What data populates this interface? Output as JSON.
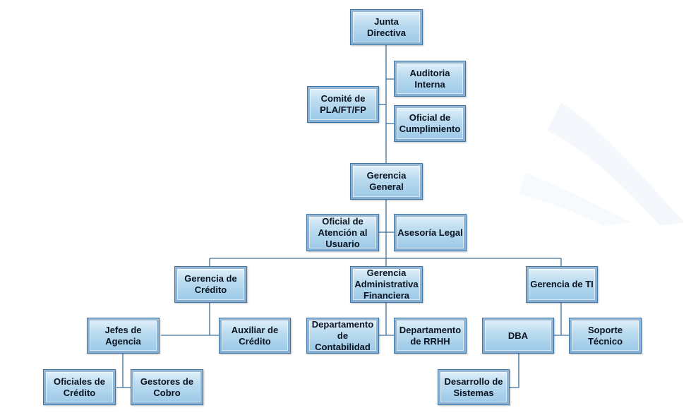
{
  "org_chart": {
    "junta": "Junta Directiva",
    "auditoria": "Auditoria\nInterna",
    "comite": "Comité de\nPLA/FT/FP",
    "oficial_cumplimiento": "Oficial de\nCumplimiento",
    "gerencia_general": "Gerencia\nGeneral",
    "oficial_atencion": "Oficial de\nAtención al\nUsuario",
    "asesoria_legal": "Asesoría Legal",
    "gerencia_credito": "Gerencia de\nCrédito",
    "gerencia_admin": "Gerencia\nAdministrativa\nFinanciera",
    "gerencia_ti": "Gerencia de TI",
    "jefes_agencia": "Jefes de\nAgencia",
    "auxiliar_credito": "Auxiliar de\nCrédito",
    "depto_contabilidad": "Departamento\nde Contabilidad",
    "depto_rrhh": "Departamento\nde RRHH",
    "dba": "DBA",
    "soporte_tecnico": "Soporte Técnico",
    "oficiales_credito": "Oficiales de\nCrédito",
    "gestores_cobro": "Gestores de\nCobro",
    "desarrollo_sistemas": "Desarrollo de\nSistemas"
  },
  "colors": {
    "box_fill_top": "#e6f3fb",
    "box_fill_bottom": "#99c7e6",
    "box_border": "#3f77a6",
    "connector": "#3d6f9c"
  }
}
